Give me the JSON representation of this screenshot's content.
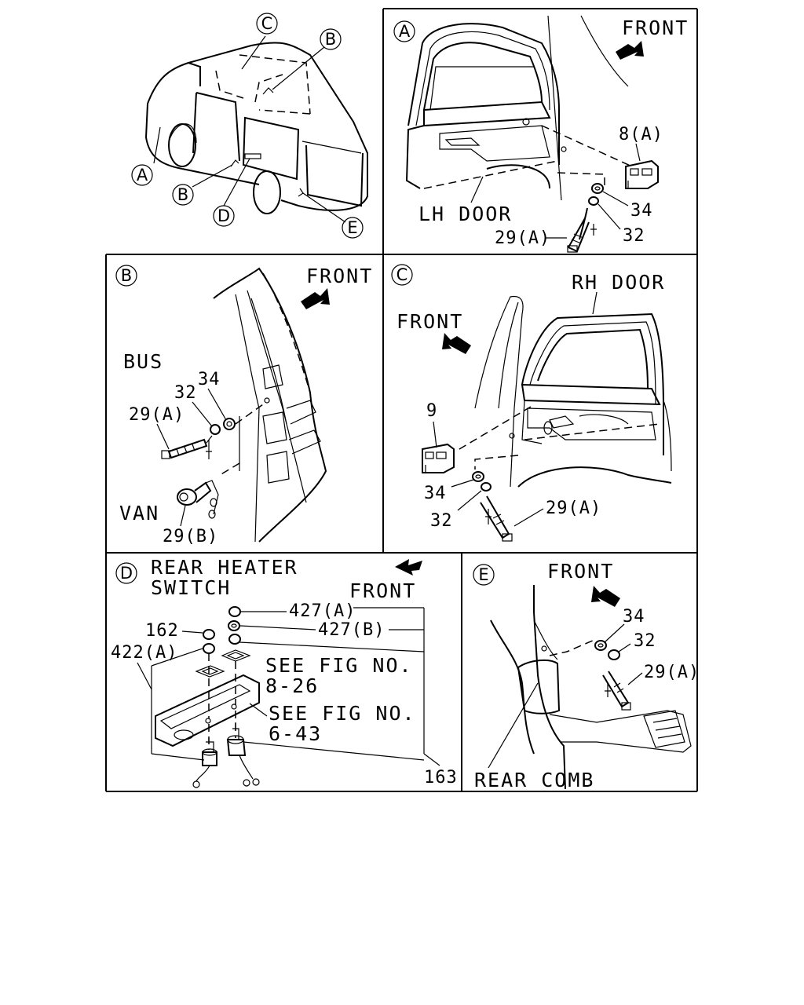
{
  "panels": {
    "overview": {
      "callouts": [
        "A",
        "B",
        "C",
        "B",
        "D",
        "E"
      ]
    },
    "A": {
      "letter": "A",
      "front": "FRONT",
      "caption": "LH DOOR",
      "parts": {
        "p8a": "8(A)",
        "p34": "34",
        "p32": "32",
        "p29a": "29(A)"
      }
    },
    "B": {
      "letter": "B",
      "front": "FRONT",
      "bus": "BUS",
      "van": "VAN",
      "parts": {
        "p32": "32",
        "p34": "34",
        "p29a": "29(A)",
        "p29b": "29(B)"
      }
    },
    "C": {
      "letter": "C",
      "front": "FRONT",
      "caption": "RH DOOR",
      "parts": {
        "p9": "9",
        "p34": "34",
        "p32": "32",
        "p29a": "29(A)"
      }
    },
    "D": {
      "letter": "D",
      "title_line1": "REAR HEATER",
      "title_line2": "SWITCH",
      "front": "FRONT",
      "parts": {
        "p427a": "427(A)",
        "p427b": "427(B)",
        "p162": "162",
        "p422a": "422(A)",
        "p163": "163"
      },
      "ref1_line1": "SEE FIG NO.",
      "ref1_line2": "8-26",
      "ref2_line1": "SEE FIG NO.",
      "ref2_line2": "6-43"
    },
    "E": {
      "letter": "E",
      "front": "FRONT",
      "caption": "REAR COMB",
      "parts": {
        "p34": "34",
        "p32": "32",
        "p29a": "29(A)"
      }
    }
  }
}
